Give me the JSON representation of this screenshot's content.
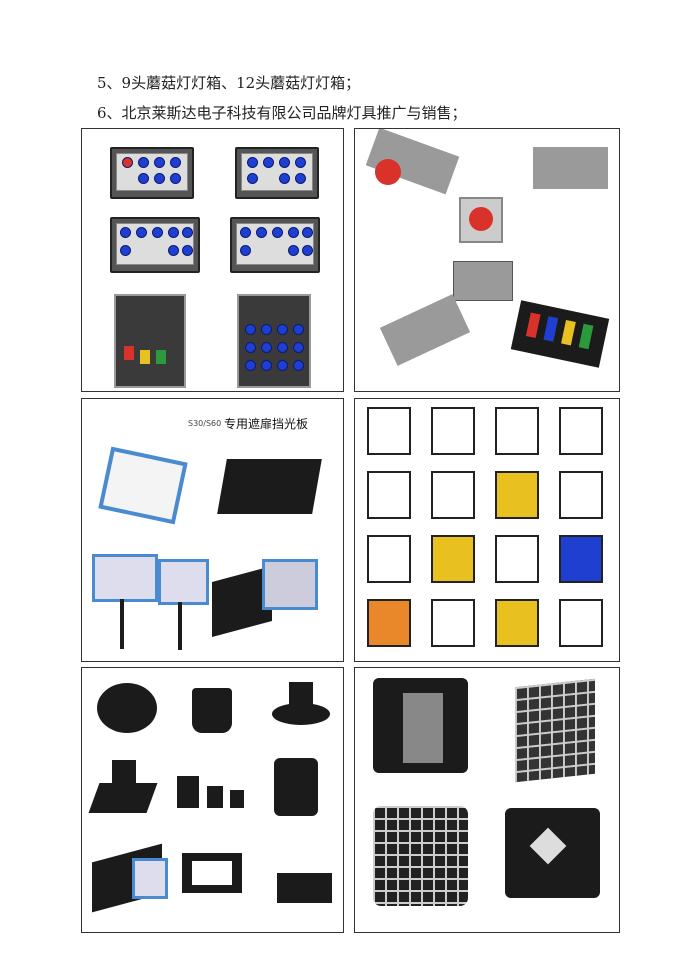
{
  "lines": {
    "item5": "5、9头蘑菇灯灯箱、12头蘑菇灯灯箱；",
    "item6": "6、北京莱斯达电子科技有限公司品牌灯具推广与销售；"
  },
  "panels": {
    "barndoor_caption_model": "S30/S60",
    "barndoor_caption_title": "专用遮扉挡光板"
  },
  "colors": {
    "socket_blue": "#1f3fd0",
    "plug_red": "#d8322a"
  }
}
